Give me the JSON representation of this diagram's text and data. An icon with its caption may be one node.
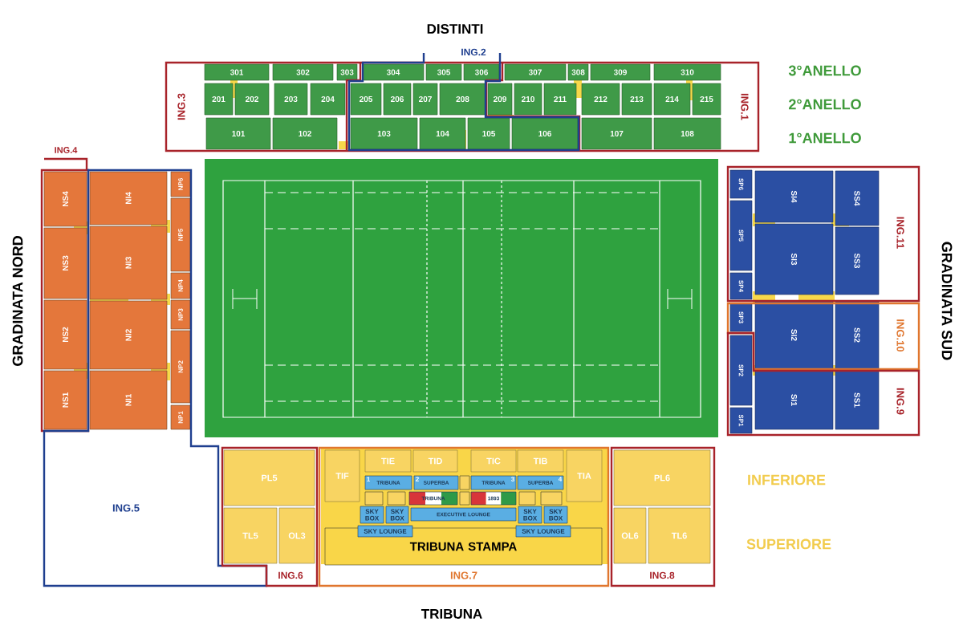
{
  "diagram": {
    "nodes": [
      {
        "text": [
          "301"
        ]
      },
      {
        "text": [
          "302"
        ]
      },
      {
        "text": [
          "303"
        ]
      },
      {
        "text": [
          "304"
        ]
      },
      {
        "text": [
          "305"
        ]
      },
      {
        "text": [
          "306"
        ]
      },
      {
        "text": [
          "307"
        ]
      },
      {
        "text": [
          "308"
        ]
      },
      {
        "text": [
          "309"
        ]
      },
      {
        "text": [
          "310"
        ]
      },
      {
        "text": [
          "201"
        ]
      },
      {
        "text": [
          "202"
        ]
      },
      {
        "text": [
          "203"
        ]
      },
      {
        "text": [
          "204"
        ]
      },
      {
        "text": [
          "205"
        ]
      },
      {
        "text": [
          "206"
        ]
      },
      {
        "text": [
          "207"
        ]
      },
      {
        "text": [
          "208"
        ]
      },
      {
        "text": [
          "209"
        ]
      },
      {
        "text": [
          "210"
        ]
      },
      {
        "text": [
          "211"
        ]
      },
      {
        "text": [
          "212"
        ]
      },
      {
        "text": [
          "213"
        ]
      },
      {
        "text": [
          "214"
        ]
      },
      {
        "text": [
          "215"
        ]
      },
      {
        "text": [
          "101"
        ]
      },
      {
        "text": [
          "102"
        ]
      },
      {
        "text": [
          "103"
        ]
      },
      {
        "text": [
          "104"
        ]
      },
      {
        "text": [
          "105"
        ]
      },
      {
        "text": [
          "106"
        ]
      },
      {
        "text": [
          "107"
        ]
      },
      {
        "text": [
          "108"
        ]
      },
      {
        "text": [
          "NS4"
        ]
      },
      {
        "text": [
          "NS3"
        ]
      },
      {
        "text": [
          "NS2"
        ]
      },
      {
        "text": [
          "NS1"
        ]
      },
      {
        "text": [
          "NI4"
        ]
      },
      {
        "text": [
          "NI3"
        ]
      },
      {
        "text": [
          "NI2"
        ]
      },
      {
        "text": [
          "NI1"
        ]
      },
      {
        "text": [
          "NP6"
        ]
      },
      {
        "text": [
          "NP5"
        ]
      },
      {
        "text": [
          "NP4"
        ]
      },
      {
        "text": [
          "NP3"
        ]
      },
      {
        "text": [
          "NP2"
        ]
      },
      {
        "text": [
          "NP1"
        ]
      },
      {
        "text": [
          "SP6"
        ]
      },
      {
        "text": [
          "SP5"
        ]
      },
      {
        "text": [
          "SP4"
        ]
      },
      {
        "text": [
          "SP3"
        ]
      },
      {
        "text": [
          "SP2"
        ]
      },
      {
        "text": [
          "SP1"
        ]
      },
      {
        "text": [
          "SI4"
        ]
      },
      {
        "text": [
          "SI3"
        ]
      },
      {
        "text": [
          "SI2"
        ]
      },
      {
        "text": [
          "SI1"
        ]
      },
      {
        "text": [
          "SS4"
        ]
      },
      {
        "text": [
          "SS3"
        ]
      },
      {
        "text": [
          "SS2"
        ]
      },
      {
        "text": [
          "SS1"
        ]
      },
      {
        "text": [
          "PL5"
        ]
      },
      {
        "text": [
          "TL5"
        ]
      },
      {
        "text": [
          "OL3"
        ]
      },
      {
        "text": [
          "TIF"
        ]
      },
      {
        "text": [
          "TIE"
        ]
      },
      {
        "text": [
          "TID"
        ]
      },
      {
        "text": [
          "TIC"
        ]
      },
      {
        "text": [
          "TIB"
        ]
      },
      {
        "text": [
          "TIA"
        ]
      },
      {
        "text": [
          "PL6"
        ]
      },
      {
        "text": [
          "OL6"
        ]
      },
      {
        "text": [
          "TL6"
        ]
      },
      {
        "text": [
          "TRIBUNA"
        ]
      },
      {
        "text": [
          "SUPERBA"
        ]
      },
      {
        "text": [],
        "shape": "box"
      },
      {
        "text": [
          "TRIBUNA"
        ]
      },
      {
        "text": [
          "SUPERBA"
        ]
      },
      {
        "text": [],
        "shape": "box"
      },
      {
        "text": [],
        "shape": "box"
      },
      {
        "text": [
          "TRIBUNA"
        ]
      },
      {
        "text": [],
        "shape": "box"
      },
      {
        "text": [
          "1893"
        ]
      },
      {
        "text": [],
        "shape": "box"
      },
      {
        "text": [],
        "shape": "box"
      },
      {
        "text": [
          "SKY BOX"
        ]
      },
      {
        "text": [
          "SKY BOX"
        ]
      },
      {
        "text": [
          "EXECUTIVE LOUNGE"
        ]
      },
      {
        "text": [
          "SKY BOX"
        ]
      },
      {
        "text": [
          "SKY BOX"
        ]
      },
      {
        "text": [
          "TRIBUNA STAMPA"
        ]
      },
      {
        "text": [
          "SKY LOUNGE"
        ]
      },
      {
        "text": [
          "SKY LOUNGE"
        ]
      }
    ],
    "labels": [
      "DISTINTI",
      "ING.2",
      "3°ANELLO",
      "ING.3",
      "ING.1",
      "2°ANELLO",
      "1°ANELLO",
      "ING.4",
      "GRADINATA NORD",
      "GRADINATA SUD",
      "ING.11",
      "ING.10",
      "ING.9",
      "1",
      "2",
      "3",
      "4",
      "INFERIORE",
      "ING.5",
      "SUPERIORE",
      "ING.6",
      "ING.7",
      "ING.8",
      "TRIBUNA"
    ]
  }
}
